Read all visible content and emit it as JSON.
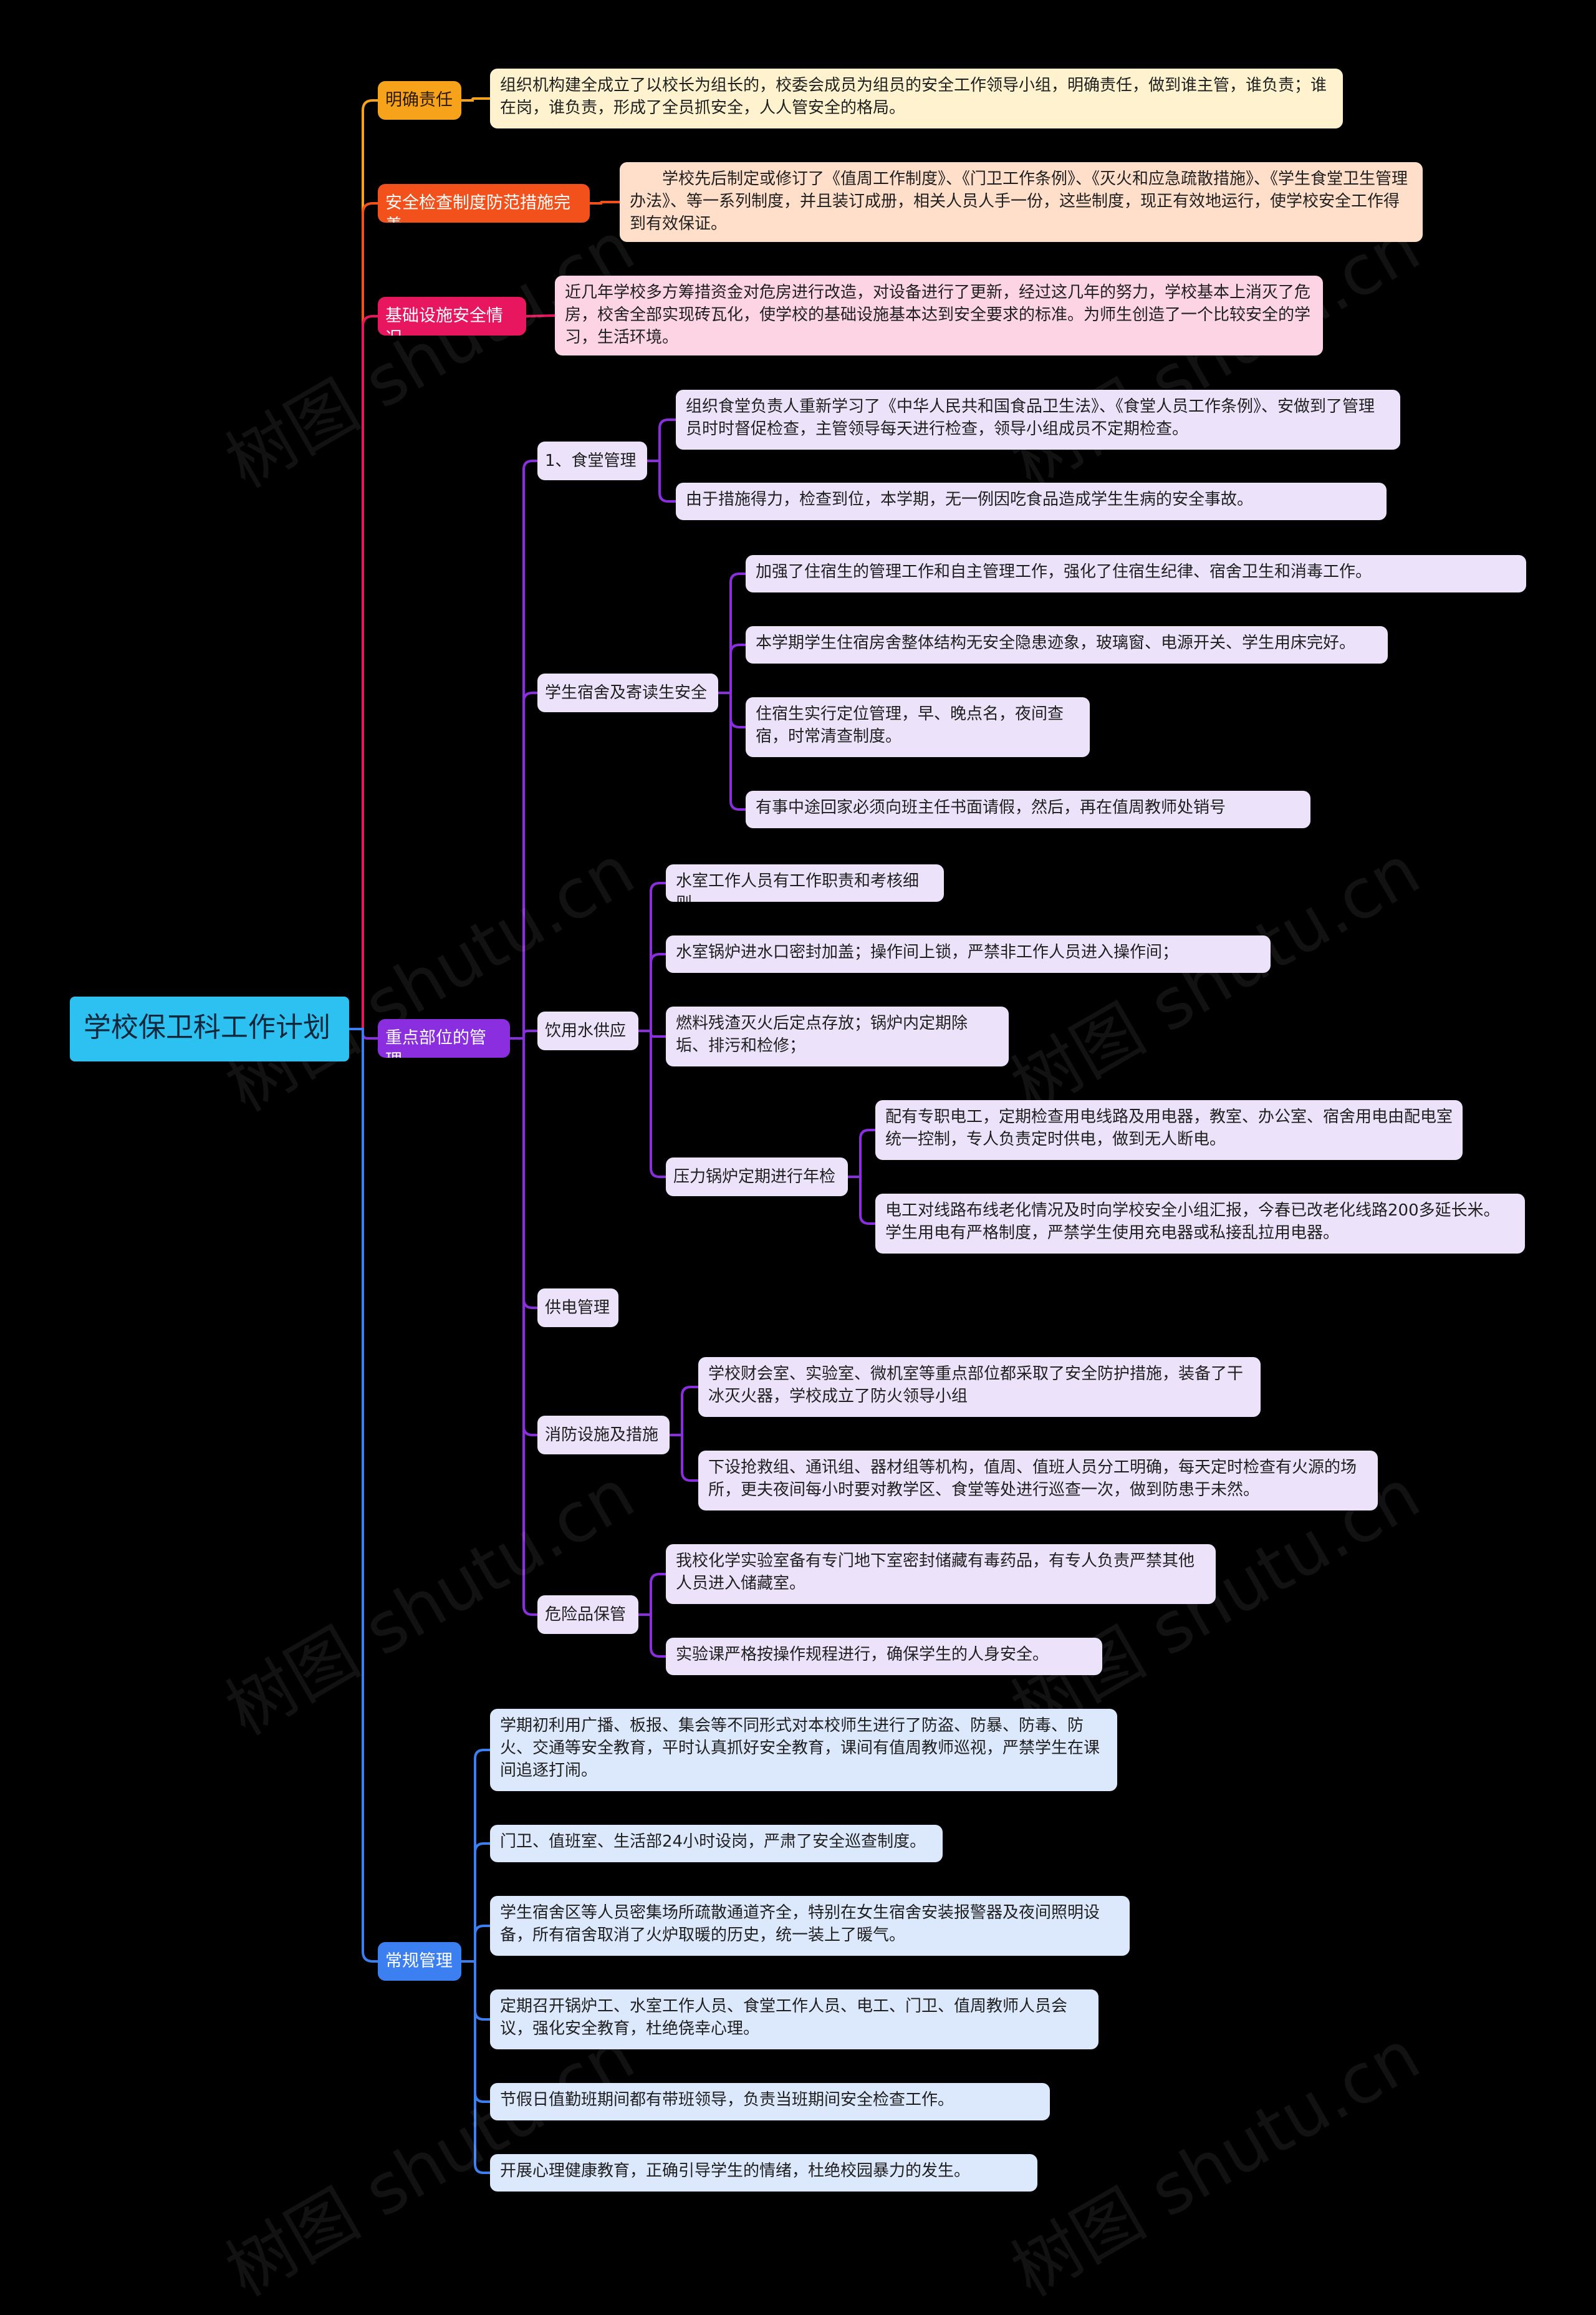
{
  "root": "学校保卫科工作计划",
  "watermark": "树图 shutu.cn",
  "colors": {
    "orange": "#f6a21a",
    "red": "#f2511b",
    "pink": "#e8155f",
    "purple": "#8b2ee0",
    "blue": "#3c7ff0",
    "root": "#2cc1f0"
  },
  "branches": {
    "b1": {
      "label": "明确责任",
      "text": "组织机构建全成立了以校长为组长的，校委会成员为组员的安全工作领导小组，明确责任，做到谁主管，谁负责；谁在岗，谁负责，形成了全员抓安全，人人管安全的格局。"
    },
    "b2": {
      "label": "安全检查制度防范措施完善",
      "text": "　　学校先后制定或修订了《值周工作制度》、《门卫工作条例》、《灭火和应急疏散措施》、《学生食堂卫生管理办法》、等一系列制度，并且装订成册，相关人员人手一份，这些制度，现正有效地运行，使学校安全工作得到有效保证。"
    },
    "b3": {
      "label": "基础设施安全情况",
      "text": "近几年学校多方筹措资金对危房进行改造，对设备进行了更新，经过这几年的努力，学校基本上消灭了危房，校舍全部实现砖瓦化，使学校的基础设施基本达到安全要求的标准。为师生创造了一个比较安全的学习，生活环境。"
    },
    "b4": {
      "label": "重点部位的管理",
      "canteen": {
        "label": "1、食堂管理",
        "items": [
          "组织食堂负责人重新学习了《中华人民共和国食品卫生法》、《食堂人员工作条例》、安做到了管理员时时督促检查，主管领导每天进行检查，领导小组成员不定期检查。",
          "由于措施得力，检查到位，本学期，无一例因吃食品造成学生生病的安全事故。"
        ]
      },
      "dorm": {
        "label": "学生宿舍及寄读生安全",
        "items": [
          "加强了住宿生的管理工作和自主管理工作，强化了住宿生纪律、宿舍卫生和消毒工作。",
          "本学期学生住宿房舍整体结构无安全隐患迹象，玻璃窗、电源开关、学生用床完好。",
          "住宿生实行定位管理，早、晚点名，夜间查宿，时常清查制度。",
          "有事中途回家必须向班主任书面请假，然后，再在值周教师处销号"
        ]
      },
      "water": {
        "label": "饮用水供应",
        "items": [
          "水室工作人员有工作职责和考核细则",
          "水室锅炉进水口密封加盖；操作间上锁，严禁非工作人员进入操作间；",
          "燃料残渣灭火后定点存放；锅炉内定期除垢、排污和检修；"
        ],
        "boiler": {
          "label": "压力锅炉定期进行年检",
          "items": [
            "配有专职电工，定期检查用电线路及用电器，教室、办公室、宿舍用电由配电室统一控制，专人负责定时供电，做到无人断电。",
            "电工对线路布线老化情况及时向学校安全小组汇报，今春已改老化线路200多延长米。学生用电有严格制度，严禁学生使用充电器或私接乱拉用电器。"
          ]
        }
      },
      "power": {
        "label": "供电管理"
      },
      "fire": {
        "label": "消防设施及措施",
        "items": [
          "学校财会室、实验室、微机室等重点部位都采取了安全防护措施，装备了干冰灭火器，学校成立了防火领导小组",
          "下设抢救组、通讯组、器材组等机构，值周、值班人员分工明确，每天定时检查有火源的场所，更夫夜间每小时要对教学区、食堂等处进行巡查一次，做到防患于未然。"
        ]
      },
      "hazard": {
        "label": "危险品保管",
        "items": [
          "我校化学实验室备有专门地下室密封储藏有毒药品，有专人负责严禁其他人员进入储藏室。",
          "实验课严格按操作规程进行，确保学生的人身安全。"
        ]
      }
    },
    "b5": {
      "label": "常规管理",
      "items": [
        "学期初利用广播、板报、集会等不同形式对本校师生进行了防盗、防暴、防毒、防火、交通等安全教育，平时认真抓好安全教育，课间有值周教师巡视，严禁学生在课间追逐打闹。",
        "门卫、值班室、生活部24小时设岗，严肃了安全巡查制度。",
        "学生宿舍区等人员密集场所疏散通道齐全，特别在女生宿舍安装报警器及夜间照明设备，所有宿舍取消了火炉取暖的历史，统一装上了暖气。",
        "定期召开锅炉工、水室工作人员、食堂工作人员、电工、门卫、值周教师人员会议，强化安全教育，杜绝侥幸心理。",
        "节假日值勤班期间都有带班领导，负责当班期间安全检查工作。",
        "开展心理健康教育，正确引导学生的情绪，杜绝校园暴力的发生。"
      ]
    }
  }
}
